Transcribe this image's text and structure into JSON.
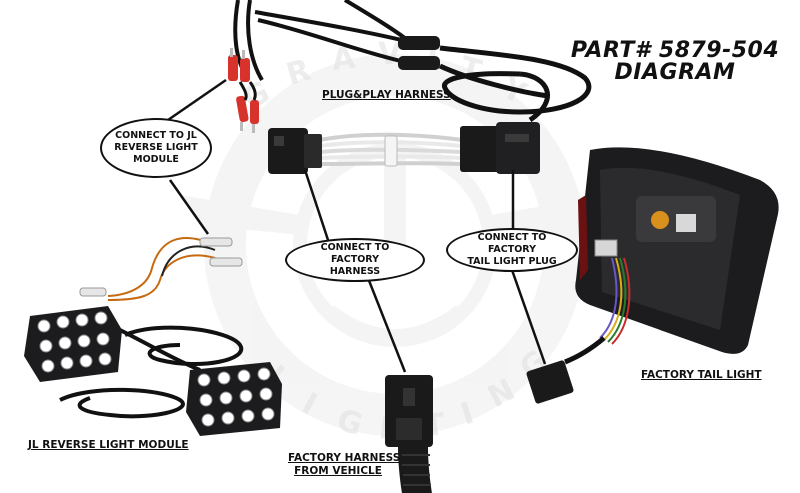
{
  "diagram": {
    "title_line1": "PART# 5879-504",
    "title_line2": "DIAGRAM"
  },
  "watermark": {
    "text": "GRAVITY LIGHTING"
  },
  "labels": {
    "harness": "PLUG&PLAY HARNESS",
    "module": "JL REVERSE LIGHT MODULE",
    "factory_tail_light": "FACTORY TAIL LIGHT",
    "factory_harness_line1": "FACTORY HARNESS",
    "factory_harness_line2": "FROM VEHICLE"
  },
  "callouts": {
    "reverse_module_line1": "CONNECT TO JL",
    "reverse_module_line2": "REVERSE LIGHT",
    "reverse_module_line3": "MODULE",
    "factory_harness_line1": "CONNECT TO FACTORY",
    "factory_harness_line2": "HARNESS",
    "tail_plug_line1": "CONNECT TO FACTORY",
    "tail_plug_line2": "TAIL LIGHT PLUG"
  },
  "colors": {
    "connector": "#1a1a1a",
    "wire_black": "#111111",
    "wire_white": "#e9e9ea",
    "terminal_red": "#d8322c",
    "housing": "#1c1c1f",
    "lens": "#ffffff",
    "watermark": "#ececec"
  }
}
